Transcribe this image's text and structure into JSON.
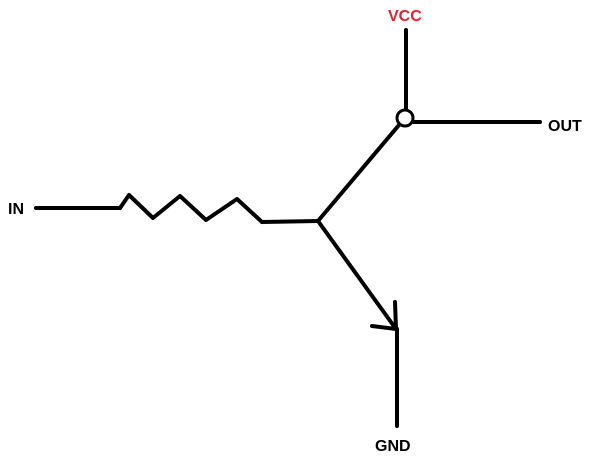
{
  "labels": {
    "vcc": "VCC",
    "out": "OUT",
    "in": "IN",
    "gnd": "GND"
  },
  "colors": {
    "vcc_label": "#e8202a",
    "text": "#000000",
    "wire": "#000000"
  }
}
